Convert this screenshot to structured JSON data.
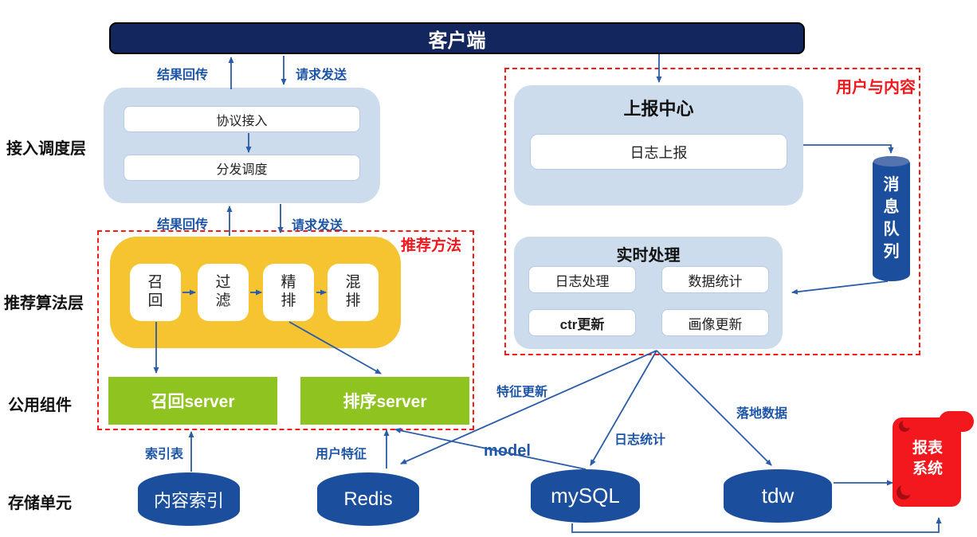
{
  "layers": {
    "access": "接入调度层",
    "algo": "推荐算法层",
    "common": "公用组件",
    "storage": "存储单元"
  },
  "client": {
    "label": "客户端"
  },
  "access_box": {
    "items": [
      {
        "label": "协议接入"
      },
      {
        "label": "分发调度"
      }
    ]
  },
  "flow_labels": {
    "result_back": "结果回传",
    "request_send": "请求发送"
  },
  "recommend": {
    "group_label": "推荐方法",
    "stages": [
      {
        "label": "召回"
      },
      {
        "label": "过滤"
      },
      {
        "label": "精排"
      },
      {
        "label": "混排"
      }
    ]
  },
  "servers": [
    {
      "label": "召回server"
    },
    {
      "label": "排序server"
    }
  ],
  "storages": [
    {
      "label": "内容索引"
    },
    {
      "label": "Redis"
    },
    {
      "label": "mySQL"
    },
    {
      "label": "tdw"
    }
  ],
  "right_group": {
    "group_label": "用户与内容",
    "report_center": {
      "title": "上报中心",
      "items": [
        {
          "label": "日志上报"
        }
      ]
    },
    "realtime": {
      "title": "实时处理",
      "items": [
        {
          "label": "日志处理"
        },
        {
          "label": "数据统计"
        },
        {
          "label": "ctr更新"
        },
        {
          "label": "画像更新"
        }
      ]
    }
  },
  "message_queue": {
    "label": "消息队列"
  },
  "report_system": {
    "label": "报表系统"
  },
  "edge_labels": {
    "index_table": "索引表",
    "user_feature": "用户特征",
    "model": "model",
    "feature_update": "特征更新",
    "log_stat": "日志统计",
    "landing_data": "落地数据"
  },
  "colors": {
    "client_bar": "#13265e",
    "container_blue": "#ccdcec",
    "highlight_yellow": "#f6c431",
    "server_green": "#8fc320",
    "storage_navy": "#1b4f9e",
    "report_red": "#f2181d",
    "dashed_red": "#ff1a1a",
    "connector_blue": "#2a5caa",
    "label_blue": "#1d55a7"
  }
}
